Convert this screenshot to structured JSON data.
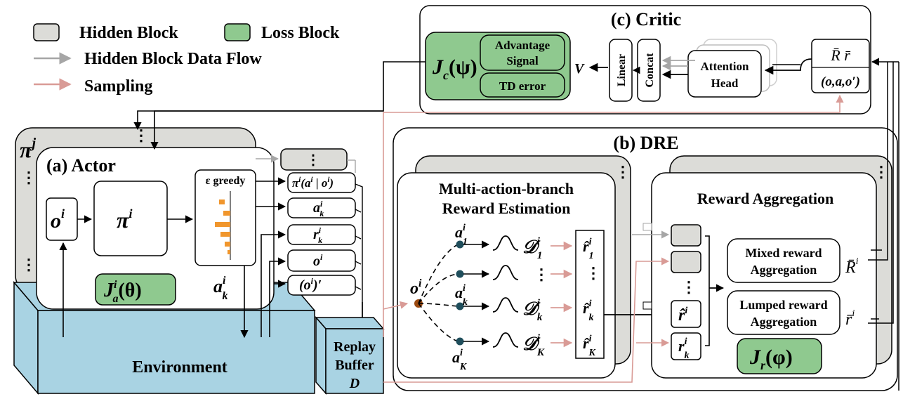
{
  "legend": {
    "hidden_block": "Hidden Block",
    "loss_block": "Loss Block",
    "hidden_flow": "Hidden Block Data Flow",
    "sampling": "Sampling"
  },
  "actor": {
    "agent_label": "π",
    "agent_sup": "j",
    "title": "(a) Actor",
    "obs": "o",
    "obs_sup": "i",
    "policy": "π",
    "policy_sup": "i",
    "greedy": "ε greedy",
    "loss": "J",
    "loss_sub": "a",
    "loss_sup": "i",
    "loss_arg": "(θ)",
    "action": "a",
    "action_sub": "k",
    "action_sup": "i",
    "outputs": [
      "π^i(a^i | o^i)",
      "a_k^i",
      "r_k^i",
      "o^i",
      "(o^i)'"
    ]
  },
  "environment": {
    "label": "Environment"
  },
  "buffer": {
    "line1": "Replay",
    "line2": "Buffer",
    "line3": "D"
  },
  "critic": {
    "title": "(c) Critic",
    "loss": "J",
    "loss_sub": "c",
    "loss_arg": "(ψ)",
    "advantage_l1": "Advantage",
    "advantage_l2": "Signal",
    "td": "TD error",
    "v": "V",
    "linear": "Linear",
    "concat": "Concat",
    "attn_l1": "Attention",
    "attn_l2": "Head",
    "input_top": "R̄   r̄",
    "input_bottom": "(o,a,o′)"
  },
  "dre": {
    "title": "(b) DRE",
    "mab_l1": "Multi-action-branch",
    "mab_l2": "Reward Estimation",
    "ra_title": "Reward Aggregation",
    "mixed_l1": "Mixed reward",
    "mixed_l2": "Aggregation",
    "mixed_sym": "R̄",
    "lumped_l1": "Lumped reward",
    "lumped_l2": "Aggregation",
    "lumped_sym": "r̄",
    "loss": "J",
    "loss_sub": "r",
    "loss_arg": "(φ)",
    "obs": "o",
    "dist": "D",
    "r_hat": "r̂",
    "r_k": "r",
    "dots": "⋮"
  },
  "colors": {
    "hidden": "#dcdcd8",
    "loss": "#8fc98f",
    "env": "#a9d3e3",
    "gray_arrow": "#a6a6a6",
    "pink_arrow": "#d99b96",
    "orange": "#f0962d",
    "node": "#1f4e5c",
    "obs_node": "#9b4a10"
  }
}
